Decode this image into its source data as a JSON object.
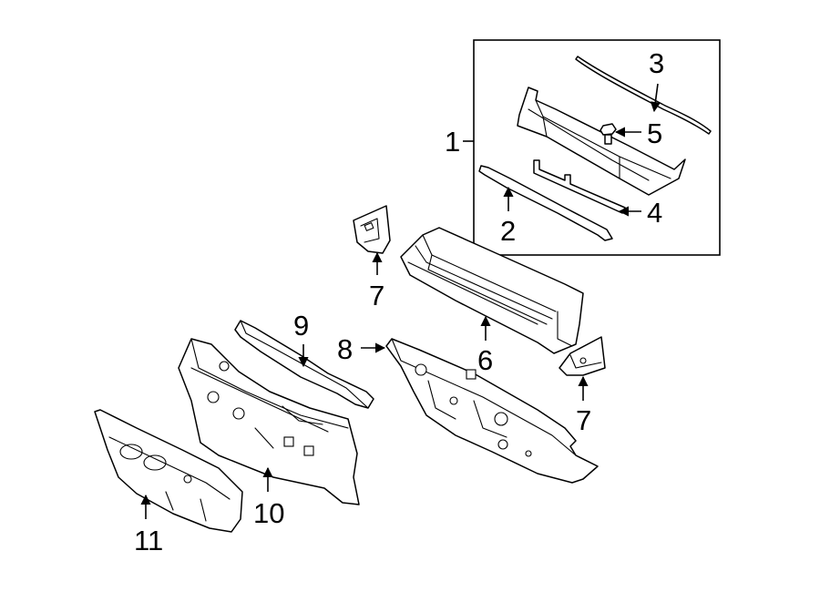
{
  "diagram": {
    "callouts": [
      {
        "id": "c1",
        "label": "1"
      },
      {
        "id": "c2",
        "label": "2"
      },
      {
        "id": "c3",
        "label": "3"
      },
      {
        "id": "c4",
        "label": "4"
      },
      {
        "id": "c5",
        "label": "5"
      },
      {
        "id": "c6",
        "label": "6"
      },
      {
        "id": "c7a",
        "label": "7"
      },
      {
        "id": "c7b",
        "label": "7"
      },
      {
        "id": "c8",
        "label": "8"
      },
      {
        "id": "c9",
        "label": "9"
      },
      {
        "id": "c10",
        "label": "10"
      },
      {
        "id": "c11",
        "label": "11"
      }
    ]
  }
}
